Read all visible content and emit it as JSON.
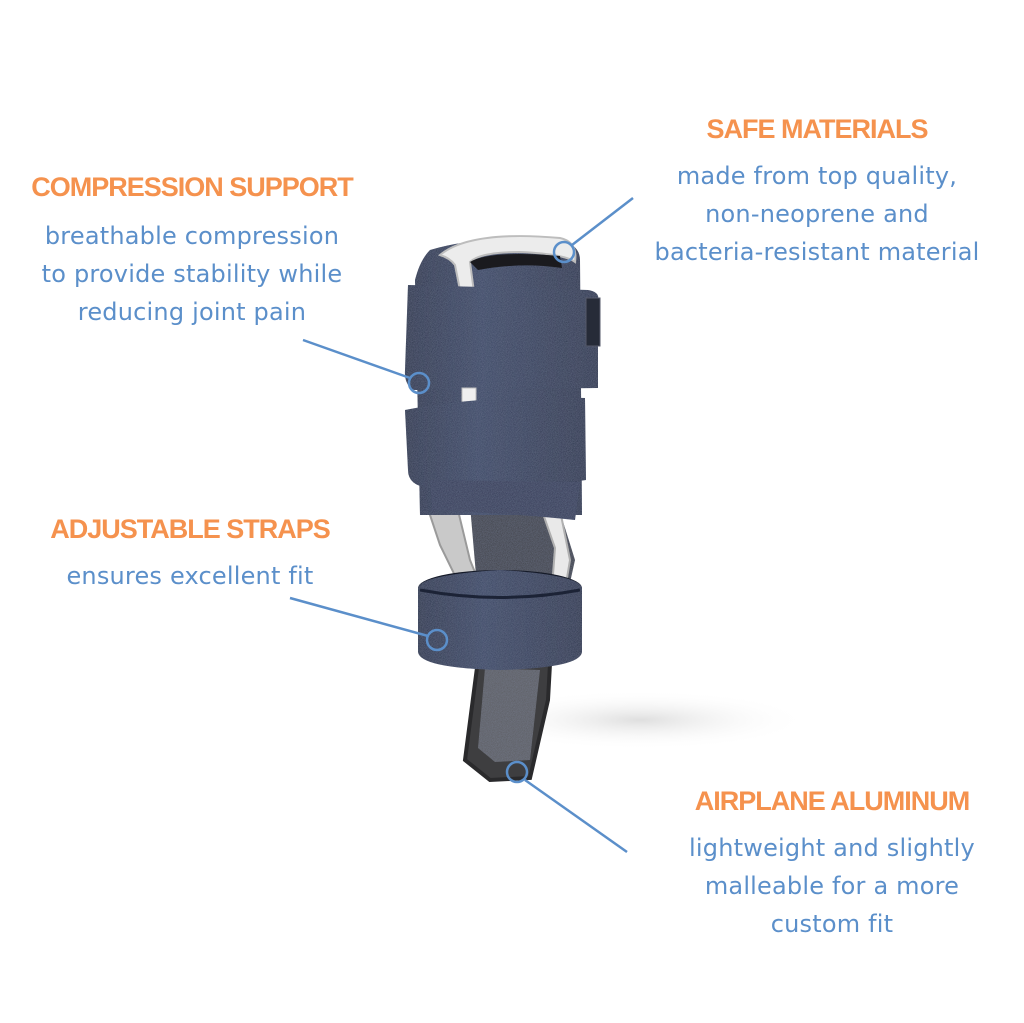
{
  "callouts": {
    "compression": {
      "heading": "COMPRESSION SUPPORT",
      "lines": [
        "breathable compression",
        "to provide stability while",
        "reducing joint pain"
      ]
    },
    "safe_materials": {
      "heading": "SAFE MATERIALS",
      "lines": [
        "made from top quality,",
        "non-neoprene and",
        "bacteria-resistant material"
      ]
    },
    "adjustable_straps": {
      "heading": "ADJUSTABLE STRAPS",
      "lines": [
        "ensures excellent fit"
      ]
    },
    "airplane_aluminum": {
      "heading": "AIRPLANE ALUMINUM",
      "lines": [
        "lightweight and slightly",
        "malleable for a more",
        "custom fit"
      ]
    }
  },
  "colors": {
    "heading": "#f5924e",
    "description": "#5b8fca",
    "leader_line": "#5b8fca",
    "strap": "#2b3550",
    "padding": "#4a4a4a",
    "trim": "#e8e8e8"
  },
  "product": {
    "name": "finger splint with straps"
  }
}
